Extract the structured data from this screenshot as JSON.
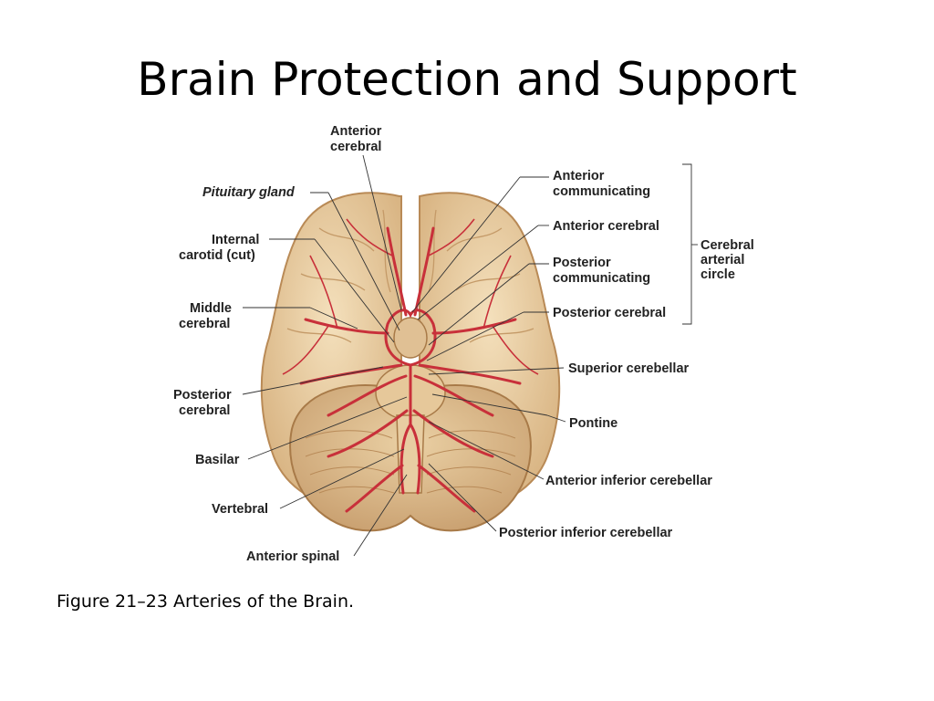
{
  "slide": {
    "title": "Brain Protection and Support",
    "caption": "Figure 21–23 Arteries of the Brain."
  },
  "labels": {
    "anterior_cerebral_top": [
      "Anterior",
      "cerebral"
    ],
    "pituitary_gland": "Pituitary gland",
    "internal_carotid": [
      "Internal",
      "carotid (cut)"
    ],
    "middle_cerebral": [
      "Middle",
      "cerebral"
    ],
    "posterior_cerebral_left": [
      "Posterior",
      "cerebral"
    ],
    "basilar": "Basilar",
    "vertebral": "Vertebral",
    "anterior_spinal": "Anterior spinal",
    "anterior_communicating": [
      "Anterior",
      "communicating"
    ],
    "anterior_cerebral_right": "Anterior cerebral",
    "posterior_communicating": [
      "Posterior",
      "communicating"
    ],
    "posterior_cerebral_right": "Posterior cerebral",
    "cerebral_arterial_circle": [
      "Cerebral",
      "arterial",
      "circle"
    ],
    "superior_cerebellar": "Superior cerebellar",
    "pontine": "Pontine",
    "anterior_inferior_cerebellar": "Anterior inferior cerebellar",
    "posterior_inferior_cerebellar": "Posterior inferior cerebellar"
  },
  "colors": {
    "cerebrum": "#ecd3a8",
    "cerebrum_shadow": "#c9a070",
    "cerebellum": "#e2c090",
    "artery": "#c8303a"
  }
}
